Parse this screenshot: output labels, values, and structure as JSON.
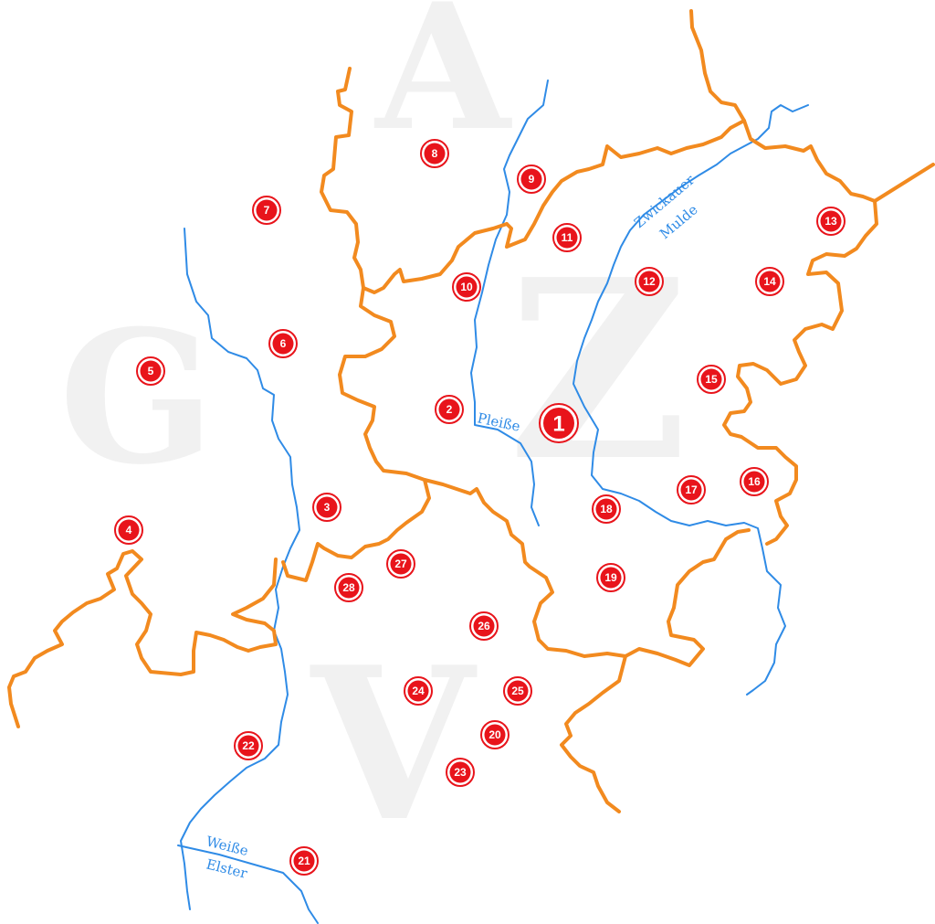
{
  "watermark_letters": [
    "A",
    "G",
    "Z",
    "V"
  ],
  "river_labels": {
    "pleisse": "Pleiße",
    "zwickauer_mulde_line1": "Zwickauer",
    "zwickauer_mulde_line2": "Mulde",
    "weisse_elster_line1": "Weiße",
    "weisse_elster_line2": "Elster"
  },
  "markers": [
    "1",
    "2",
    "3",
    "4",
    "5",
    "6",
    "7",
    "8",
    "9",
    "10",
    "11",
    "12",
    "13",
    "14",
    "15",
    "16",
    "17",
    "18",
    "19",
    "20",
    "21",
    "22",
    "23",
    "24",
    "25",
    "26",
    "27",
    "28"
  ],
  "colors": {
    "border": "#f28a1f",
    "river": "#2f8be6",
    "marker": "#e8141b",
    "watermark": "#f1f1f1"
  }
}
